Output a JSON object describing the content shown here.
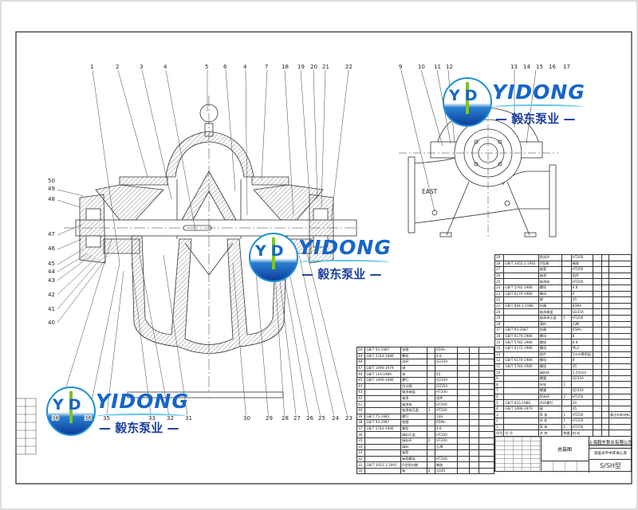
{
  "drawing": {
    "direction_label": "EAST",
    "front_view_top_labels": [
      "1",
      "2",
      "3",
      "4",
      "5",
      "6",
      "4",
      "7",
      "18",
      "19",
      "20",
      "21",
      "22"
    ],
    "front_view_left_labels": [
      "50",
      "49",
      "48",
      "47",
      "46",
      "45",
      "44",
      "43",
      "42",
      "41",
      "40"
    ],
    "front_view_bottom_labels": [
      "38",
      "36",
      "35",
      "33",
      "32",
      "31",
      "30",
      "29",
      "28",
      "27",
      "26",
      "25",
      "24",
      "23"
    ],
    "side_view_labels": [
      "9",
      "10",
      "11",
      "12",
      "13",
      "14",
      "15",
      "16",
      "17"
    ]
  },
  "logo": {
    "monogram": "YD",
    "brand": "YIDONG",
    "tagline": "— 毅东泵业 —"
  },
  "parts_left": [
    {
      "no": "50",
      "code": "GB/T 93-1987",
      "name": "垫圈",
      "qty": "",
      "mat": "65Mn"
    },
    {
      "no": "49",
      "code": "GB/T 5783-1986",
      "name": "螺栓",
      "qty": "",
      "mat": "4.8"
    },
    {
      "no": "48",
      "code": "",
      "name": "油杯",
      "qty": "",
      "mat": "Q235A"
    },
    {
      "no": "47",
      "code": "GB/T 1096-1979",
      "name": "键",
      "qty": "",
      "mat": ""
    },
    {
      "no": "46",
      "code": "GB/T 119-1986",
      "name": "销",
      "qty": "",
      "mat": "45"
    },
    {
      "no": "45",
      "code": "GB/T 1096-1986",
      "name": "螺钉",
      "qty": "",
      "mat": "Q235A"
    },
    {
      "no": "44",
      "code": "",
      "name": "挡水圈",
      "qty": "",
      "mat": "Q235A"
    },
    {
      "no": "43",
      "code": "",
      "name": "轴承端盖",
      "qty": "",
      "mat": "HT200"
    },
    {
      "no": "42",
      "code": "",
      "name": "轴承",
      "qty": "",
      "mat": "组件"
    },
    {
      "no": "41",
      "code": "",
      "name": "轴承体",
      "qty": "",
      "mat": "HT200"
    },
    {
      "no": "40",
      "code": "",
      "name": "轴承体压盖",
      "qty": "1",
      "mat": "HT200"
    },
    {
      "no": "39",
      "code": "GB/T 75-1985",
      "name": "螺钉",
      "qty": "",
      "mat": "14H"
    },
    {
      "no": "38",
      "code": "GB/T 93-1987",
      "name": "垫圈",
      "qty": "",
      "mat": "65Mn"
    },
    {
      "no": "37",
      "code": "GB/T 5783-1986",
      "name": "螺栓",
      "qty": "",
      "mat": "4.8"
    },
    {
      "no": "36",
      "code": "",
      "name": "填料压盖",
      "qty": "",
      "mat": "HT200"
    },
    {
      "no": "35",
      "code": "",
      "name": "填料环",
      "qty": "2",
      "mat": "HT200"
    },
    {
      "no": "34",
      "code": "",
      "name": "填料",
      "qty": "",
      "mat": "石棉"
    },
    {
      "no": "33",
      "code": "",
      "name": "轴套",
      "qty": "",
      "mat": ""
    },
    {
      "no": "32",
      "code": "",
      "name": "轴套螺母",
      "qty": "",
      "mat": "HT200"
    },
    {
      "no": "31",
      "code": "GB/T 3452.1-1992",
      "name": "O型密封圈",
      "qty": "",
      "mat": "橡胶"
    },
    {
      "no": "30",
      "code": "",
      "name": "轴",
      "qty": "2",
      "mat": "2G45"
    }
  ],
  "parts_right": [
    {
      "no": "29",
      "code": "",
      "name": "密封环",
      "qty": "",
      "mat": "HT200"
    },
    {
      "no": "28",
      "code": "GB/T 3452.1-1992",
      "name": "O型圈",
      "qty": "",
      "mat": "橡胶"
    },
    {
      "no": "27",
      "code": "",
      "name": "轴套",
      "qty": "",
      "mat": "HT200"
    },
    {
      "no": "26",
      "code": "",
      "name": "轴承",
      "qty": "",
      "mat": "组件"
    },
    {
      "no": "25",
      "code": "",
      "name": "轴承体",
      "qty": "",
      "mat": "HT200"
    },
    {
      "no": "24",
      "code": "GB/T 5782-1986",
      "name": "螺栓",
      "qty": "",
      "mat": "4.8"
    },
    {
      "no": "23",
      "code": "GB/T 6170-1986",
      "name": "螺母",
      "qty": "",
      "mat": "4"
    },
    {
      "no": "22",
      "code": "",
      "name": "键",
      "qty": "",
      "mat": "45"
    },
    {
      "no": "21",
      "code": "GB/T 894.1-1986",
      "name": "挡圈",
      "qty": "",
      "mat": "65Mn"
    },
    {
      "no": "20",
      "code": "",
      "name": "轴承端盖",
      "qty": "",
      "mat": "Q235A"
    },
    {
      "no": "19",
      "code": "",
      "name": "轴承体压盖",
      "qty": "1",
      "mat": "HT200"
    },
    {
      "no": "18",
      "code": "",
      "name": "填料",
      "qty": "",
      "mat": "石棉"
    },
    {
      "no": "17",
      "code": "GB/T 93-1987",
      "name": "垫圈",
      "qty": "",
      "mat": "65Mn"
    },
    {
      "no": "16",
      "code": "GB/T 6170-1986",
      "name": "螺母",
      "qty": "",
      "mat": "8"
    },
    {
      "no": "15",
      "code": "GB/T 5782-1986",
      "name": "螺栓",
      "qty": "",
      "mat": "8.8"
    },
    {
      "no": "14",
      "code": "GB/T 6172-1986",
      "name": "螺母",
      "qty": "",
      "mat": "ML2"
    },
    {
      "no": "13",
      "code": "",
      "name": "垫片",
      "qty": "",
      "mat": "1mm厚纸板"
    },
    {
      "no": "12",
      "code": "GB/T 6170-1986",
      "name": "螺母",
      "qty": "",
      "mat": "8"
    },
    {
      "no": "11",
      "code": "GB/T 5783-1986",
      "name": "螺栓",
      "qty": "",
      "mat": "35"
    },
    {
      "no": "10",
      "code": "",
      "name": "填料环",
      "qty": "",
      "mat": "1.25mm"
    },
    {
      "no": "9",
      "code": "",
      "name": "螺塞",
      "qty": "",
      "mat": "Q235A"
    },
    {
      "no": "8",
      "code": "",
      "name": "叶轮",
      "qty": "1",
      "mat": ""
    },
    {
      "no": "7",
      "code": "",
      "name": "螺塞",
      "qty": "",
      "mat": "Q235A"
    },
    {
      "no": "6",
      "code": "",
      "name": "密封环",
      "qty": "2",
      "mat": "HT250"
    },
    {
      "no": "5",
      "code": "GB/T 825-1988",
      "name": "吊环螺钉",
      "qty": "",
      "mat": "20"
    },
    {
      "no": "4",
      "code": "GB/T 1096-1979",
      "name": "键",
      "qty": "",
      "mat": "45"
    },
    {
      "no": "3",
      "code": "",
      "name": "泵 盖",
      "qty": "1",
      "mat": "HT250"
    },
    {
      "no": "2",
      "code": "",
      "name": "叶 轮",
      "qty": "1",
      "mat": "HT250"
    },
    {
      "no": "1",
      "code": "",
      "name": "泵 体",
      "qty": "1",
      "mat": "HT250"
    }
  ],
  "parts_header": {
    "no": "序号",
    "code": "代 号",
    "name": "名 称",
    "qty": "数量",
    "mat": "材 料"
  },
  "parts_note": "备注叶轮材料",
  "title_block": {
    "drawing_type": "总装图",
    "company": "上海毅东泵业有限公司",
    "product_name": "双吸水平中开离心泵",
    "model": "S/SH型"
  }
}
